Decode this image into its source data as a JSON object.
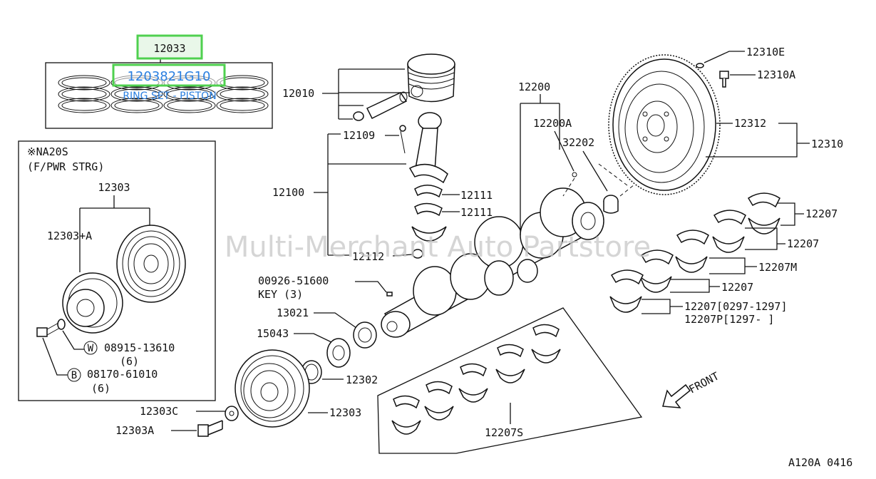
{
  "highlight": {
    "part_number": "12033",
    "oem_code": "1203821G10",
    "caption": "RING SET - PISTON",
    "box_color": "#4fd04f",
    "text_color": "#2a7fe0"
  },
  "inset": {
    "line1": "※NA20S",
    "line2": "(F/PWR STRG)"
  },
  "labels": {
    "p12010": "12010",
    "p12109": "12109",
    "p12100": "12100",
    "p12111a": "12111",
    "p12111b": "12111",
    "p12112": "12112",
    "p12200": "12200",
    "p12200a": "12200A",
    "p32202": "32202",
    "p12310e": "12310E",
    "p12310a": "12310A",
    "p12312": "12312",
    "p12310": "12310",
    "p12207a": "12207",
    "p12207b": "12207",
    "p12207m": "12207M",
    "p12207c": "12207",
    "p12207d": "12207[0297-1297]",
    "p12207p": "12207P[1297-      ]",
    "key_part": "00926-51600",
    "key_desc": "KEY (3)",
    "p13021": "13021",
    "p15043": "15043",
    "p12302": "12302",
    "p12303c": "12303C",
    "p12303": "12303",
    "p12303a": "12303A",
    "p12207s": "12207S",
    "inset_12303": "12303",
    "inset_12303a": "12303+A",
    "w_mark": "W",
    "w_part": "08915-13610",
    "w_qty": "(6)",
    "b_mark": "B",
    "b_part": "08170-61010",
    "b_qty": "(6)",
    "front": "FRONT",
    "code": "A120A 0416"
  },
  "watermark": "Multi-Merchant Auto Partstore"
}
